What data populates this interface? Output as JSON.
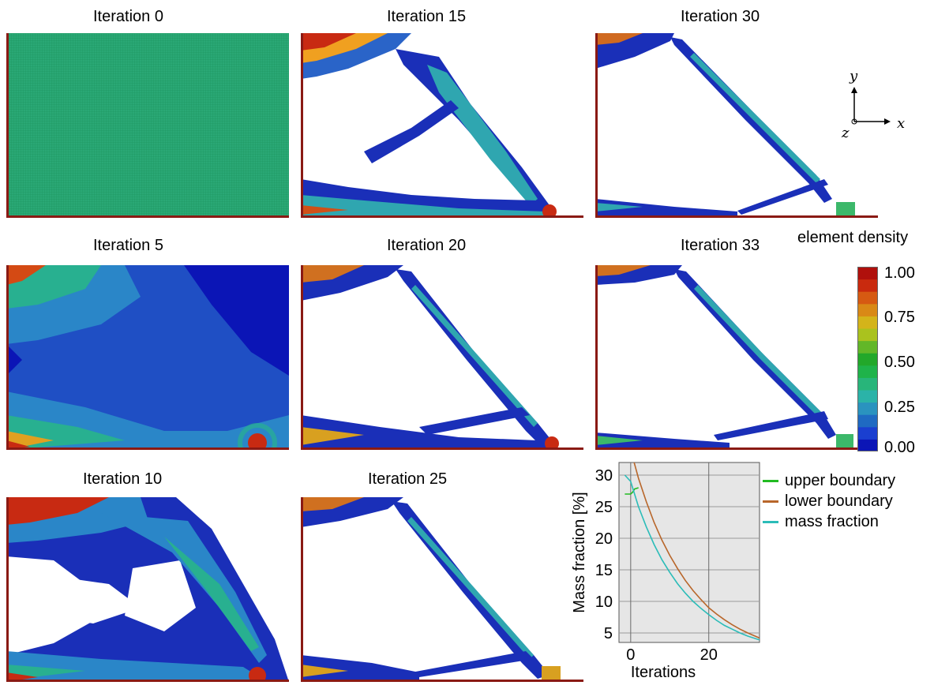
{
  "panels": [
    {
      "id": "it0",
      "label": "Iteration 0"
    },
    {
      "id": "it15",
      "label": "Iteration 15"
    },
    {
      "id": "it30",
      "label": "Iteration 30"
    },
    {
      "id": "it5",
      "label": "Iteration 5"
    },
    {
      "id": "it20",
      "label": "Iteration 20"
    },
    {
      "id": "it33",
      "label": "Iteration 33"
    },
    {
      "id": "it10",
      "label": "Iteration 10"
    },
    {
      "id": "it25",
      "label": "Iteration 25"
    }
  ],
  "axes_indicator": {
    "y": "y",
    "x": "x",
    "z": "z"
  },
  "colorbar": {
    "title": "element density",
    "ticks": [
      "1.00",
      "0.75",
      "0.50",
      "0.25",
      "0.00"
    ],
    "colors": [
      "#0b15b6",
      "#1a3fd0",
      "#1f6ac2",
      "#2a93bf",
      "#2bb3a8",
      "#28b57a",
      "#1fb34a",
      "#22a82a",
      "#62b728",
      "#aac21e",
      "#d4b41a",
      "#d98916",
      "#d65a12",
      "#c92a0e",
      "#b0100c"
    ]
  },
  "chart_data": {
    "type": "line",
    "xlabel": "Iterations",
    "ylabel": "Mass fraction [%]",
    "xlim": [
      -3,
      33
    ],
    "ylim": [
      3.5,
      32
    ],
    "xticks": [
      0,
      20
    ],
    "yticks": [
      5,
      10,
      15,
      20,
      25,
      30
    ],
    "grid": true,
    "background": "#e6e6e6",
    "series": [
      {
        "name": "upper boundary",
        "color": "#22bb22",
        "x": [
          -1.5,
          0,
          0.5,
          1,
          2
        ],
        "y": [
          27.0,
          27.0,
          27.3,
          27.8,
          28.0
        ]
      },
      {
        "name": "lower boundary",
        "color": "#b8662a",
        "x": [
          0,
          2,
          4,
          6,
          8,
          10,
          12,
          14,
          16,
          18,
          20,
          22,
          24,
          26,
          28,
          30,
          33
        ],
        "y": [
          34.0,
          29.5,
          25.8,
          22.5,
          19.7,
          17.3,
          15.2,
          13.3,
          11.7,
          10.3,
          9.0,
          8.0,
          7.1,
          6.3,
          5.6,
          5.0,
          4.2
        ]
      },
      {
        "name": "mass fraction",
        "color": "#2bbcb8",
        "x": [
          -1.5,
          0,
          2,
          4,
          6,
          8,
          10,
          12,
          14,
          16,
          18,
          20,
          22,
          24,
          26,
          28,
          30,
          33
        ],
        "y": [
          30.0,
          29.0,
          25.0,
          21.8,
          19.0,
          16.6,
          14.6,
          12.8,
          11.3,
          10.0,
          8.9,
          7.9,
          7.0,
          6.2,
          5.6,
          5.0,
          4.5,
          3.9
        ]
      }
    ]
  }
}
